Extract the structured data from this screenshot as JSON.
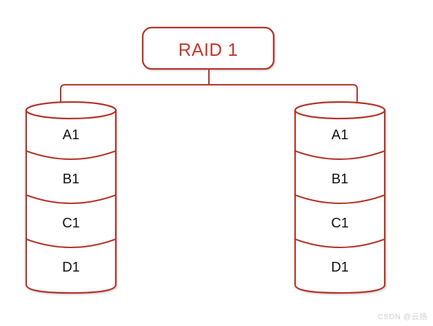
{
  "diagram": {
    "type": "raid-topology",
    "title": "RAID 1",
    "controller": {
      "label": "RAID 1",
      "shape": "rounded-rectangle",
      "border_color": "#b33226",
      "text_color": "#c0392b",
      "fill_color": "#ffffff"
    },
    "connector": {
      "color": "#b33226",
      "style": "orthogonal-bus"
    },
    "disks": [
      {
        "name": "disk-left",
        "shape": "cylinder",
        "border_color": "#b33226",
        "fill_color": "#ffffff",
        "segments": [
          {
            "label": "A1"
          },
          {
            "label": "B1"
          },
          {
            "label": "C1"
          },
          {
            "label": "D1"
          }
        ]
      },
      {
        "name": "disk-right",
        "shape": "cylinder",
        "border_color": "#b33226",
        "fill_color": "#ffffff",
        "segments": [
          {
            "label": "A1"
          },
          {
            "label": "B1"
          },
          {
            "label": "C1"
          },
          {
            "label": "D1"
          }
        ]
      }
    ]
  },
  "watermark": {
    "text": "CSDN @云扬",
    "color": "#cfcfcf"
  }
}
